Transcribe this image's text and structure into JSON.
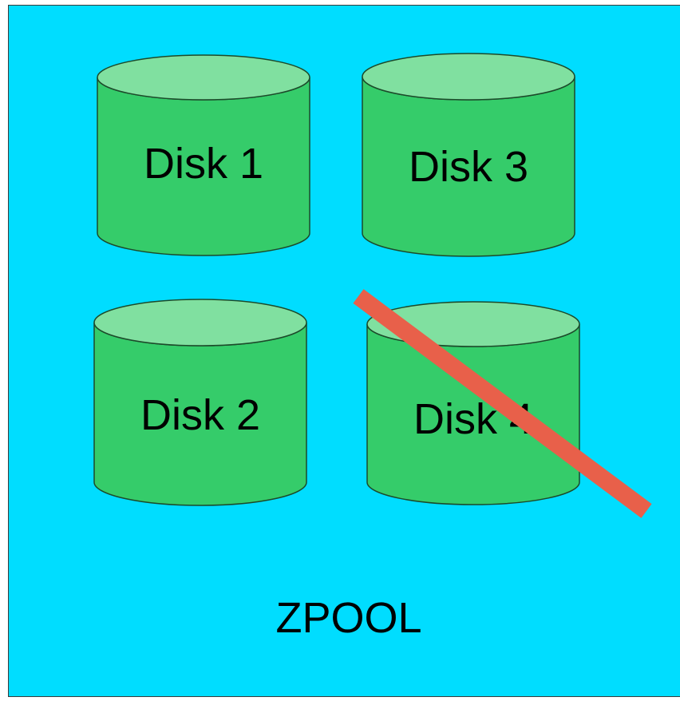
{
  "diagram": {
    "pool_label": "ZPOOL",
    "disks": [
      {
        "label": "Disk 1",
        "failed": false
      },
      {
        "label": "Disk 3",
        "failed": false
      },
      {
        "label": "Disk 2",
        "failed": false
      },
      {
        "label": "Disk 4",
        "failed": true
      }
    ]
  },
  "colors": {
    "pool_background": "#00DDFF",
    "disk_body": "#35CC6A",
    "disk_top": "#80E0A0",
    "disk_outline": "#1C4A2A",
    "failure_strike": "#E8604A",
    "text": "#000000"
  }
}
